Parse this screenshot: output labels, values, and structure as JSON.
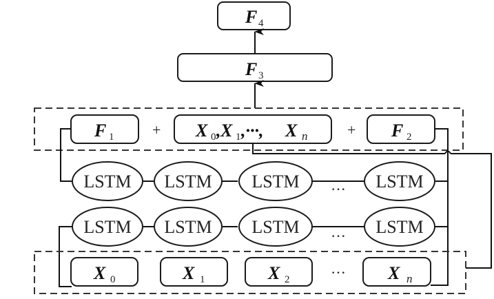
{
  "diagram": {
    "output_nodes": [
      {
        "var": "F",
        "sub": "4"
      },
      {
        "var": "F",
        "sub": "3"
      }
    ],
    "concat_row": {
      "left": {
        "var": "F",
        "sub": "1"
      },
      "middle": {
        "parts": [
          {
            "var": "X",
            "sub": "0"
          },
          {
            "sep": ","
          },
          {
            "var": "X",
            "sub": "1"
          },
          {
            "sep": ",···,"
          },
          {
            "var": "X",
            "sub": "n"
          }
        ]
      },
      "right": {
        "var": "F",
        "sub": "2"
      },
      "operator": "+"
    },
    "lstm_label": "LSTM",
    "lstm_rows": [
      {
        "cells": [
          "LSTM",
          "LSTM",
          "LSTM",
          "LSTM"
        ],
        "ellipsis": "···"
      },
      {
        "cells": [
          "LSTM",
          "LSTM",
          "LSTM",
          "LSTM"
        ],
        "ellipsis": "···"
      }
    ],
    "input_row": {
      "nodes": [
        {
          "var": "X",
          "sub": "0"
        },
        {
          "var": "X",
          "sub": "1"
        },
        {
          "var": "X",
          "sub": "2"
        },
        {
          "var": "X",
          "sub": "n"
        }
      ],
      "ellipsis": "···"
    }
  }
}
